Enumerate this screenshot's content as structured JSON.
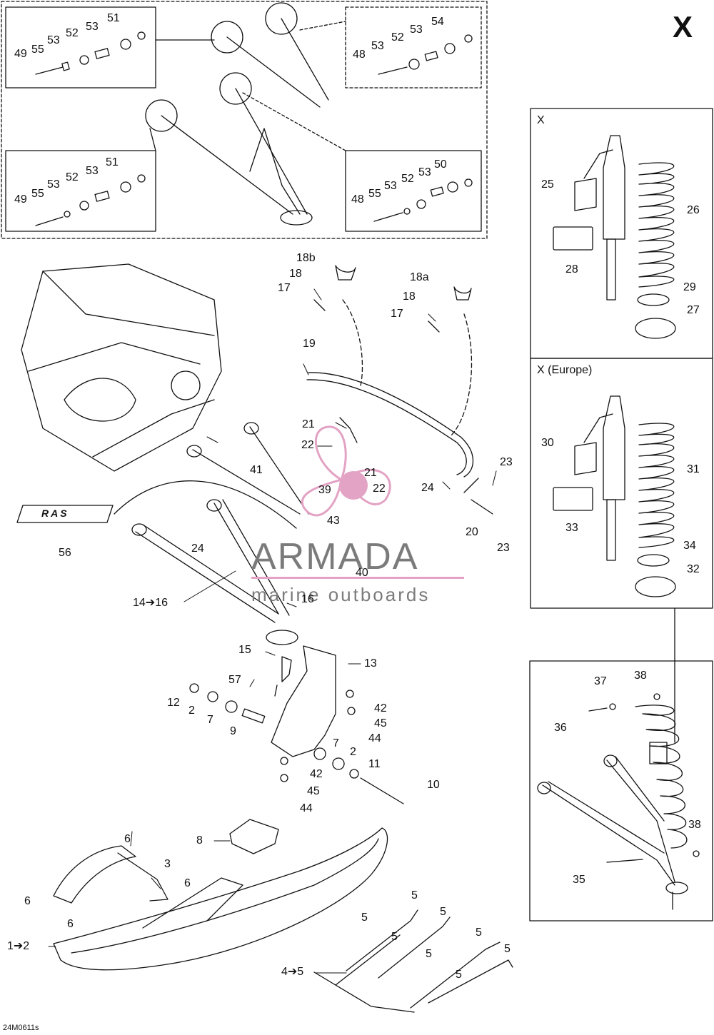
{
  "page_code": "X",
  "drawing_number": "24M0611s",
  "panels": {
    "x": "X",
    "x_europe": "X (Europe)"
  },
  "watermark": {
    "brand": "ARMADA",
    "tagline": "marine outboards"
  },
  "logo": {
    "text": "RAS"
  },
  "callouts": [
    {
      "id": "c51a",
      "text": "51"
    },
    {
      "id": "c53a",
      "text": "53"
    },
    {
      "id": "c52a",
      "text": "52"
    },
    {
      "id": "c53b",
      "text": "53"
    },
    {
      "id": "c55a",
      "text": "55"
    },
    {
      "id": "c49a",
      "text": "49"
    },
    {
      "id": "c54",
      "text": "54"
    },
    {
      "id": "c53c",
      "text": "53"
    },
    {
      "id": "c52b",
      "text": "52"
    },
    {
      "id": "c53d",
      "text": "53"
    },
    {
      "id": "c48a",
      "text": "48"
    },
    {
      "id": "c51b",
      "text": "51"
    },
    {
      "id": "c53e",
      "text": "53"
    },
    {
      "id": "c52c",
      "text": "52"
    },
    {
      "id": "c53f",
      "text": "53"
    },
    {
      "id": "c55b",
      "text": "55"
    },
    {
      "id": "c49b",
      "text": "49"
    },
    {
      "id": "c50",
      "text": "50"
    },
    {
      "id": "c53g",
      "text": "53"
    },
    {
      "id": "c52d",
      "text": "52"
    },
    {
      "id": "c53h",
      "text": "53"
    },
    {
      "id": "c55c",
      "text": "55"
    },
    {
      "id": "c48b",
      "text": "48"
    },
    {
      "id": "c25",
      "text": "25"
    },
    {
      "id": "c26",
      "text": "26"
    },
    {
      "id": "c28",
      "text": "28"
    },
    {
      "id": "c29",
      "text": "29"
    },
    {
      "id": "c27",
      "text": "27"
    },
    {
      "id": "c30",
      "text": "30"
    },
    {
      "id": "c31",
      "text": "31"
    },
    {
      "id": "c33",
      "text": "33"
    },
    {
      "id": "c34",
      "text": "34"
    },
    {
      "id": "c32",
      "text": "32"
    },
    {
      "id": "c37",
      "text": "37"
    },
    {
      "id": "c38a",
      "text": "38"
    },
    {
      "id": "c36",
      "text": "36"
    },
    {
      "id": "c38b",
      "text": "38"
    },
    {
      "id": "c35",
      "text": "35"
    },
    {
      "id": "c18b",
      "text": "18b"
    },
    {
      "id": "c18a",
      "text": "18"
    },
    {
      "id": "c17a",
      "text": "17"
    },
    {
      "id": "c18aa",
      "text": "18a"
    },
    {
      "id": "c18c",
      "text": "18"
    },
    {
      "id": "c17b",
      "text": "17"
    },
    {
      "id": "c19",
      "text": "19"
    },
    {
      "id": "c21a",
      "text": "21"
    },
    {
      "id": "c22a",
      "text": "22"
    },
    {
      "id": "c21b",
      "text": "21"
    },
    {
      "id": "c22b",
      "text": "22"
    },
    {
      "id": "c24a",
      "text": "24"
    },
    {
      "id": "c23a",
      "text": "23"
    },
    {
      "id": "c20",
      "text": "20"
    },
    {
      "id": "c23b",
      "text": "23"
    },
    {
      "id": "c41",
      "text": "41"
    },
    {
      "id": "c39",
      "text": "39"
    },
    {
      "id": "c43",
      "text": "43"
    },
    {
      "id": "c56",
      "text": "56"
    },
    {
      "id": "c24b",
      "text": "24"
    },
    {
      "id": "c40",
      "text": "40"
    },
    {
      "id": "c14",
      "text": "14➔16"
    },
    {
      "id": "c16",
      "text": "16"
    },
    {
      "id": "c15",
      "text": "15"
    },
    {
      "id": "c13",
      "text": "13"
    },
    {
      "id": "c57",
      "text": "57"
    },
    {
      "id": "c12",
      "text": "12"
    },
    {
      "id": "c2a",
      "text": "2"
    },
    {
      "id": "c7a",
      "text": "7"
    },
    {
      "id": "c9",
      "text": "9"
    },
    {
      "id": "c42a",
      "text": "42"
    },
    {
      "id": "c45a",
      "text": "45"
    },
    {
      "id": "c44a",
      "text": "44"
    },
    {
      "id": "c7b",
      "text": "7"
    },
    {
      "id": "c2b",
      "text": "2"
    },
    {
      "id": "c11",
      "text": "11"
    },
    {
      "id": "c42b",
      "text": "42"
    },
    {
      "id": "c45b",
      "text": "45"
    },
    {
      "id": "c44b",
      "text": "44"
    },
    {
      "id": "c10",
      "text": "10"
    },
    {
      "id": "c8",
      "text": "8"
    },
    {
      "id": "c6a",
      "text": "6"
    },
    {
      "id": "c3",
      "text": "3"
    },
    {
      "id": "c6b",
      "text": "6"
    },
    {
      "id": "c6c",
      "text": "6"
    },
    {
      "id": "c6d",
      "text": "6"
    },
    {
      "id": "c1",
      "text": "1➔2"
    },
    {
      "id": "c5a",
      "text": "5"
    },
    {
      "id": "c5b",
      "text": "5"
    },
    {
      "id": "c5c",
      "text": "5"
    },
    {
      "id": "c5d",
      "text": "5"
    },
    {
      "id": "c5e",
      "text": "5"
    },
    {
      "id": "c5f",
      "text": "5"
    },
    {
      "id": "c5g",
      "text": "5"
    },
    {
      "id": "c5h",
      "text": "5"
    },
    {
      "id": "c4",
      "text": "4➔5"
    }
  ]
}
